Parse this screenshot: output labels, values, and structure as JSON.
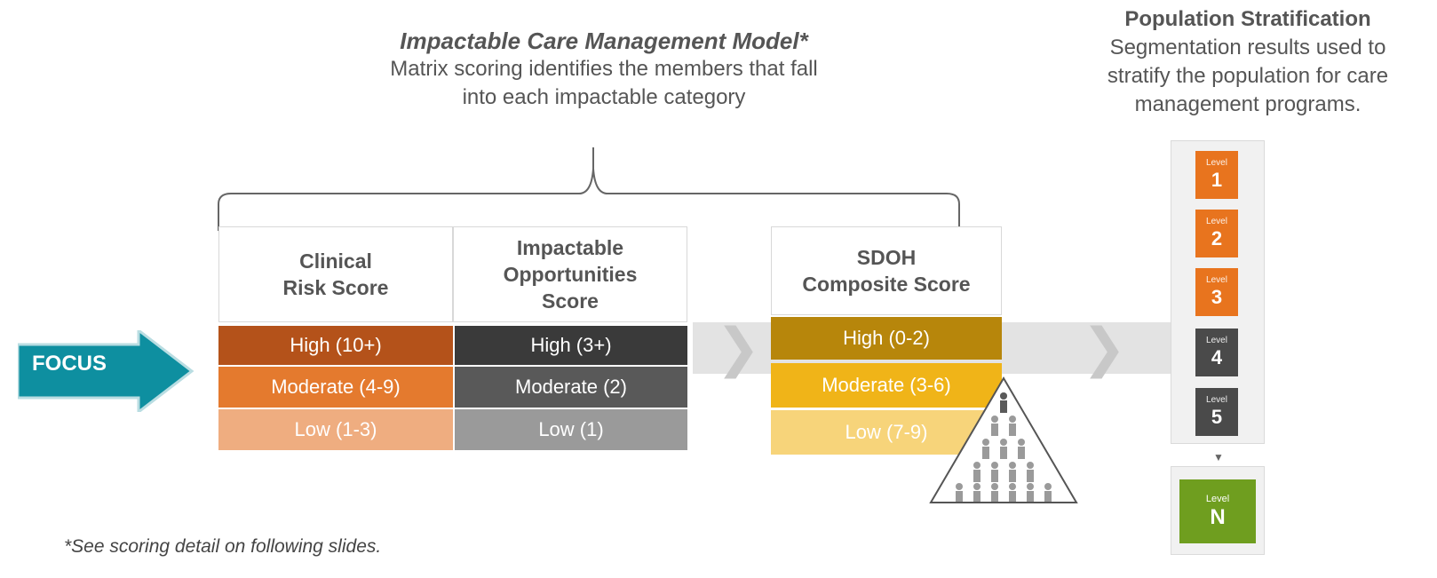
{
  "model": {
    "title": "Impactable Care Management Model*",
    "subtitle_line1": "Matrix scoring identifies the members that fall",
    "subtitle_line2": "into each impactable category"
  },
  "stratification": {
    "title": "Population Stratification",
    "line1": "Segmentation results used to",
    "line2": "stratify the population for care",
    "line3": "management programs."
  },
  "focus_label": "FOCUS",
  "columns": [
    {
      "header_lines": [
        "Clinical",
        "Risk Score"
      ],
      "rows": [
        "High (10+)",
        "Moderate (4-9)",
        "Low (1-3)"
      ],
      "colors": [
        "#b4521a",
        "#e47a2e",
        "#efad80"
      ],
      "text_colors": [
        "#ffffff",
        "#ffffff",
        "#ffffff"
      ]
    },
    {
      "header_lines": [
        "Impactable",
        "Opportunities",
        "Score"
      ],
      "rows": [
        "High (3+)",
        "Moderate (2)",
        "Low (1)"
      ],
      "colors": [
        "#3a3a3a",
        "#595959",
        "#9a9a9a"
      ],
      "text_colors": [
        "#ffffff",
        "#ffffff",
        "#ffffff"
      ]
    },
    {
      "header_lines": [
        "SDOH",
        "Composite Score"
      ],
      "rows": [
        "High (0-2)",
        "Moderate (3-6)",
        "Low (7-9)"
      ],
      "colors": [
        "#b7860b",
        "#f0b418",
        "#f7d47a"
      ],
      "text_colors": [
        "#ffffff",
        "#ffffff",
        "#ffffff"
      ]
    }
  ],
  "levels": [
    {
      "word": "Level",
      "num": "1",
      "color": "#e8741e"
    },
    {
      "word": "Level",
      "num": "2",
      "color": "#e8741e"
    },
    {
      "word": "Level",
      "num": "3",
      "color": "#e8741e"
    },
    {
      "word": "Level",
      "num": "4",
      "color": "#4a4a4a"
    },
    {
      "word": "Level",
      "num": "5",
      "color": "#4a4a4a"
    }
  ],
  "level_n": {
    "word": "Level",
    "num": "N",
    "color": "#6f9e1f"
  },
  "footnote": "*See scoring detail on following slides."
}
